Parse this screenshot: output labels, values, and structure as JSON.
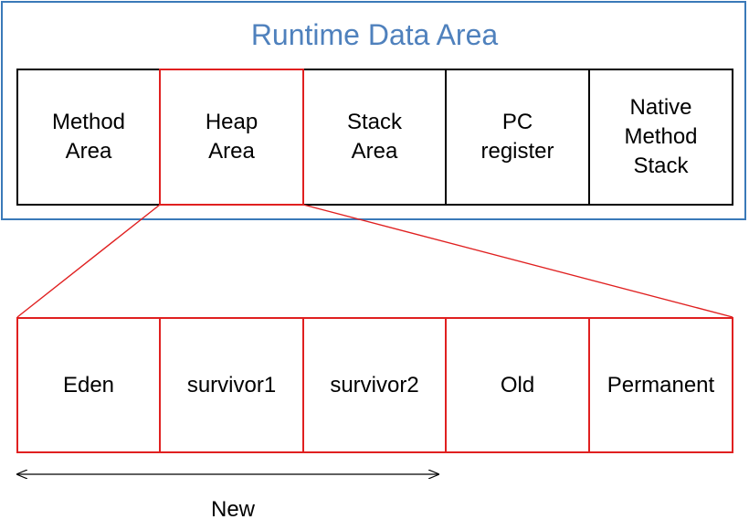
{
  "title": "Runtime Data Area",
  "runtime_areas": [
    {
      "label": "Method\nArea"
    },
    {
      "label": "Heap\nArea",
      "highlighted": true
    },
    {
      "label": "Stack\nArea"
    },
    {
      "label": "PC\nregister"
    },
    {
      "label": "Native\nMethod\nStack"
    }
  ],
  "heap_segments": [
    {
      "label": "Eden"
    },
    {
      "label": "survivor1"
    },
    {
      "label": "survivor2"
    },
    {
      "label": "Old"
    },
    {
      "label": "Permanent"
    }
  ],
  "new_generation_label": "New",
  "colors": {
    "frame_blue": "#3a79b8",
    "title_blue": "#4f81bd",
    "highlight_red": "#e02020",
    "cell_border": "#000000"
  }
}
